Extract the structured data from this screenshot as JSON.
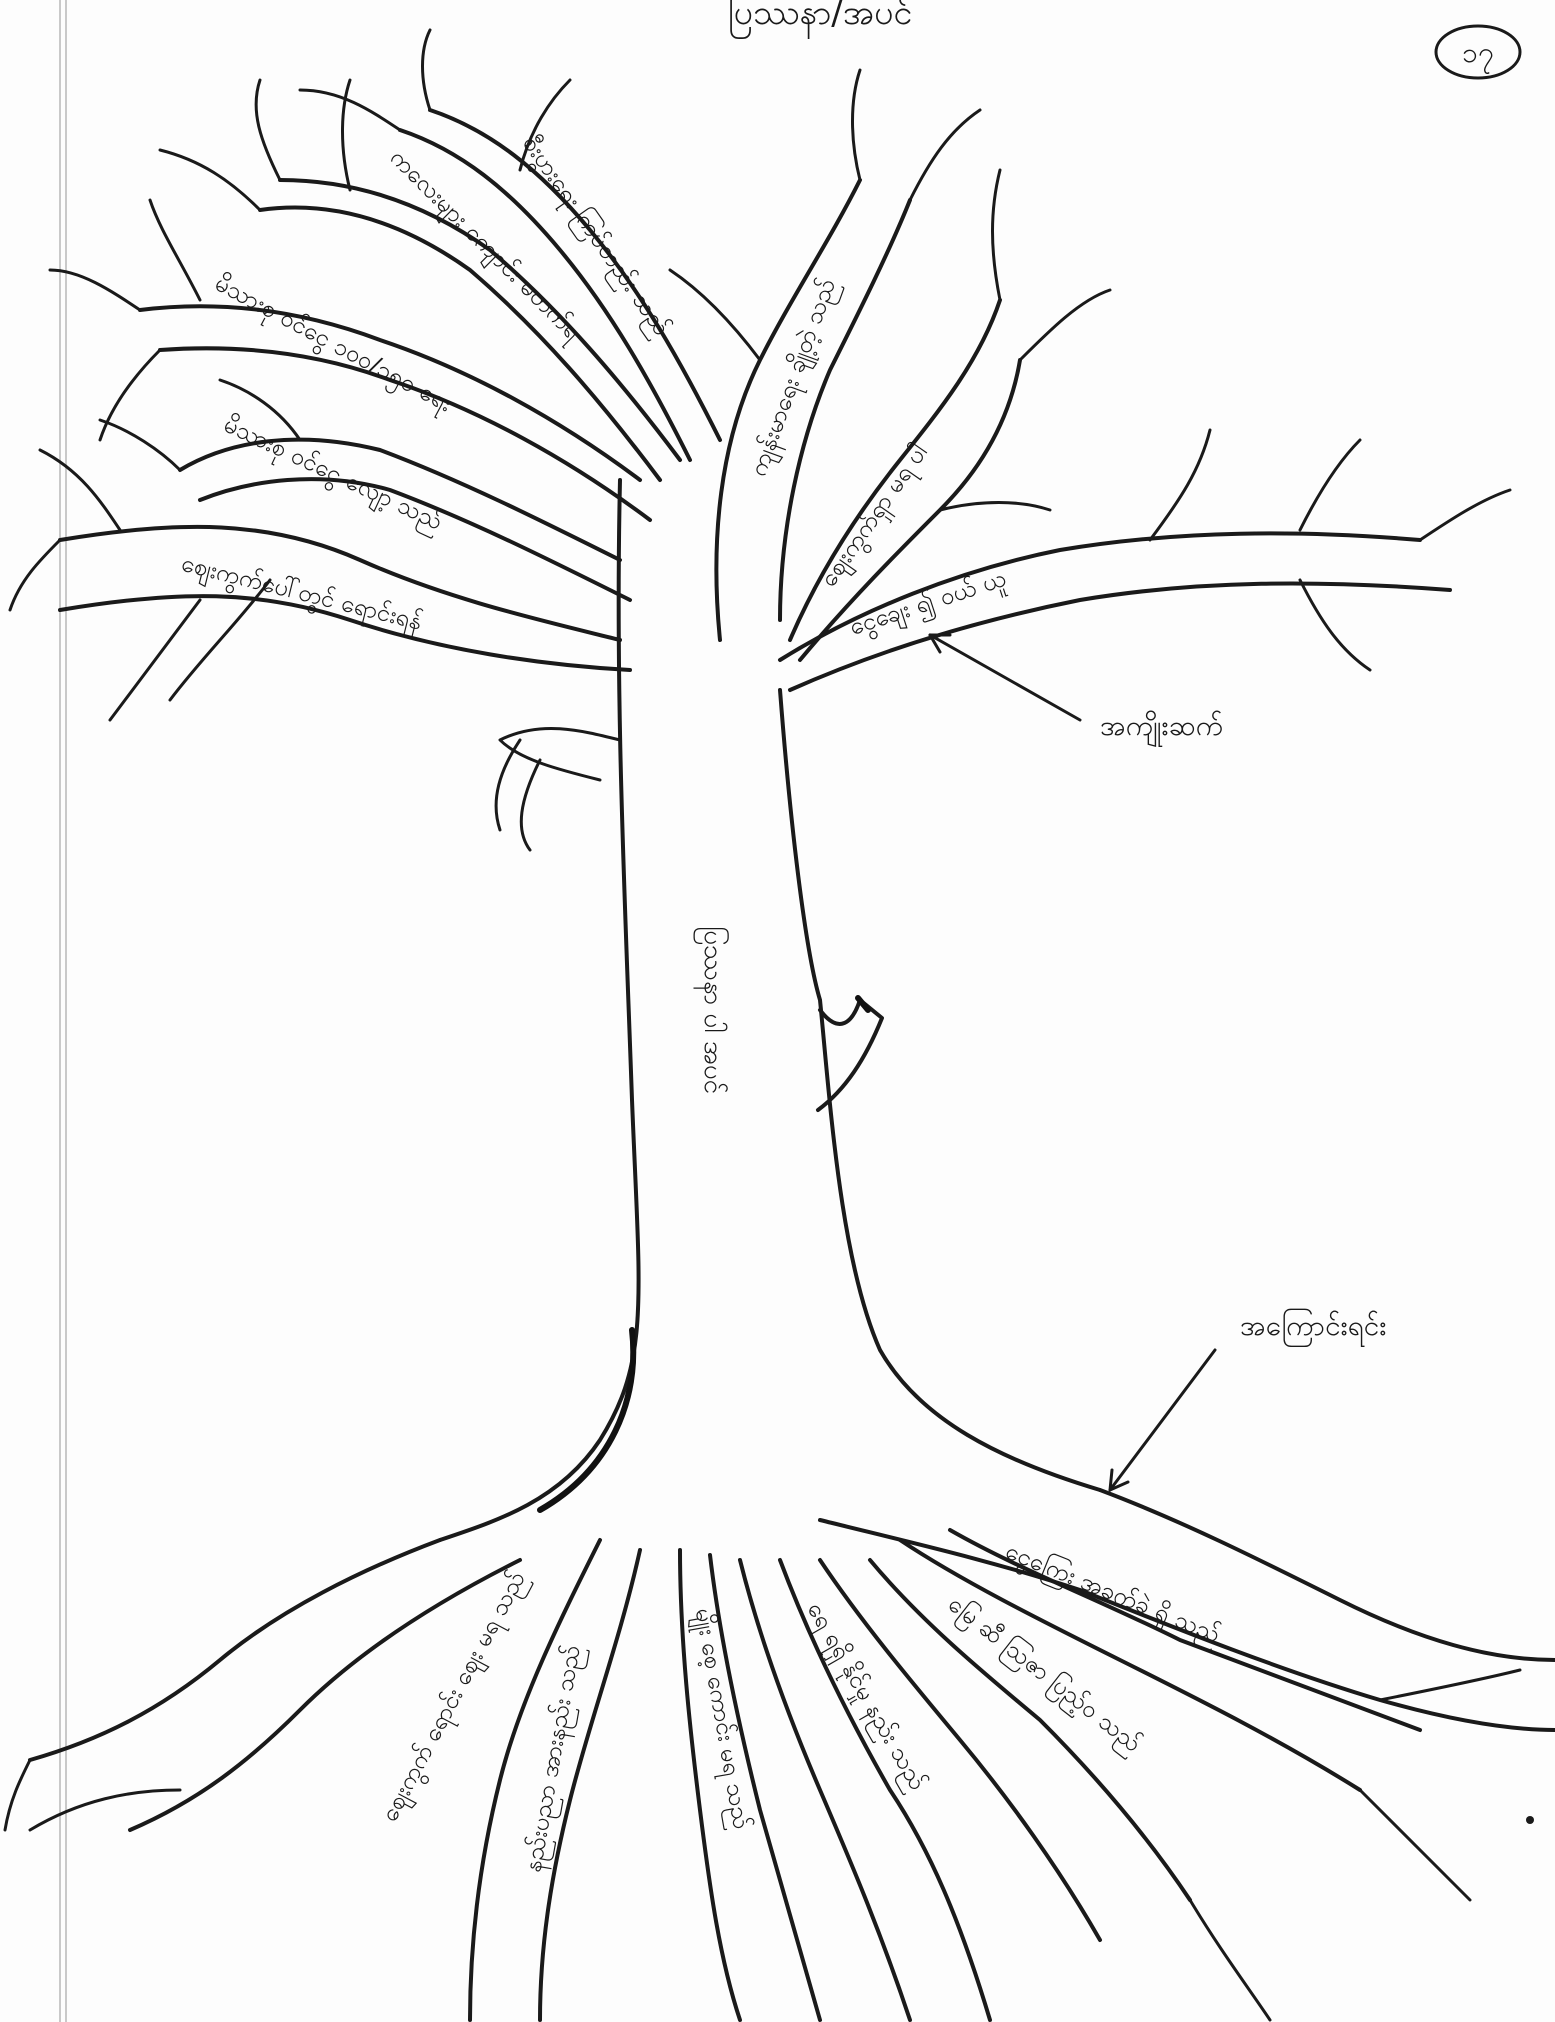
{
  "header": {
    "title": "ပြဿနာ/အပင်",
    "page_number": "၁၇"
  },
  "annotations": {
    "effects": "အကျိုးဆက်",
    "causes": "အကြောင်းရင်း"
  },
  "trunk": {
    "problem": "ပြဿနာ ပါ အပင်"
  },
  "branches": [
    {
      "id": "b1",
      "text": "ဈေးကွက်ပေါ်တွင် ရောင်းရန်"
    },
    {
      "id": "b2",
      "text": "မိသားစု ဝင်ငွေ လျော့ သည်"
    },
    {
      "id": "b3",
      "text": "ကလေးများ ကျောင်း မတက်ရ"
    },
    {
      "id": "b4",
      "text": "မိသားစု ဝင်ငွေ ၁၀၀/၁၅၀ ရေး"
    },
    {
      "id": "b5",
      "text": "စီးပွားရေး ကြပ်တည်း သည်"
    },
    {
      "id": "b6",
      "text": "ကျန်းမာရေး ချို့တဲ့ သည်"
    },
    {
      "id": "b7",
      "text": "ဈေးကွက်ရှာ မရ ပါ"
    },
    {
      "id": "b8",
      "text": "ငွေချေး ၍ ဝယ် ယူ"
    }
  ],
  "roots": [
    {
      "id": "r1",
      "text": "ငွေကြေး အခက်ခဲ ရှိ သည်"
    },
    {
      "id": "r2",
      "text": "မြေ ဆီ ဩဇာ ပြည့်ဝ သည်"
    },
    {
      "id": "r3",
      "text": "ရေ ရရှိ နိုင်မှု နည်း သည်"
    },
    {
      "id": "r4",
      "text": "မျိုး စေ့ ကောင်း မရ သည်"
    },
    {
      "id": "r5",
      "text": "နည်းပညာ အားနည်း သည်"
    },
    {
      "id": "r6",
      "text": "ဈေးကွက် ရောင်း ဈေး မရ သည်"
    }
  ]
}
